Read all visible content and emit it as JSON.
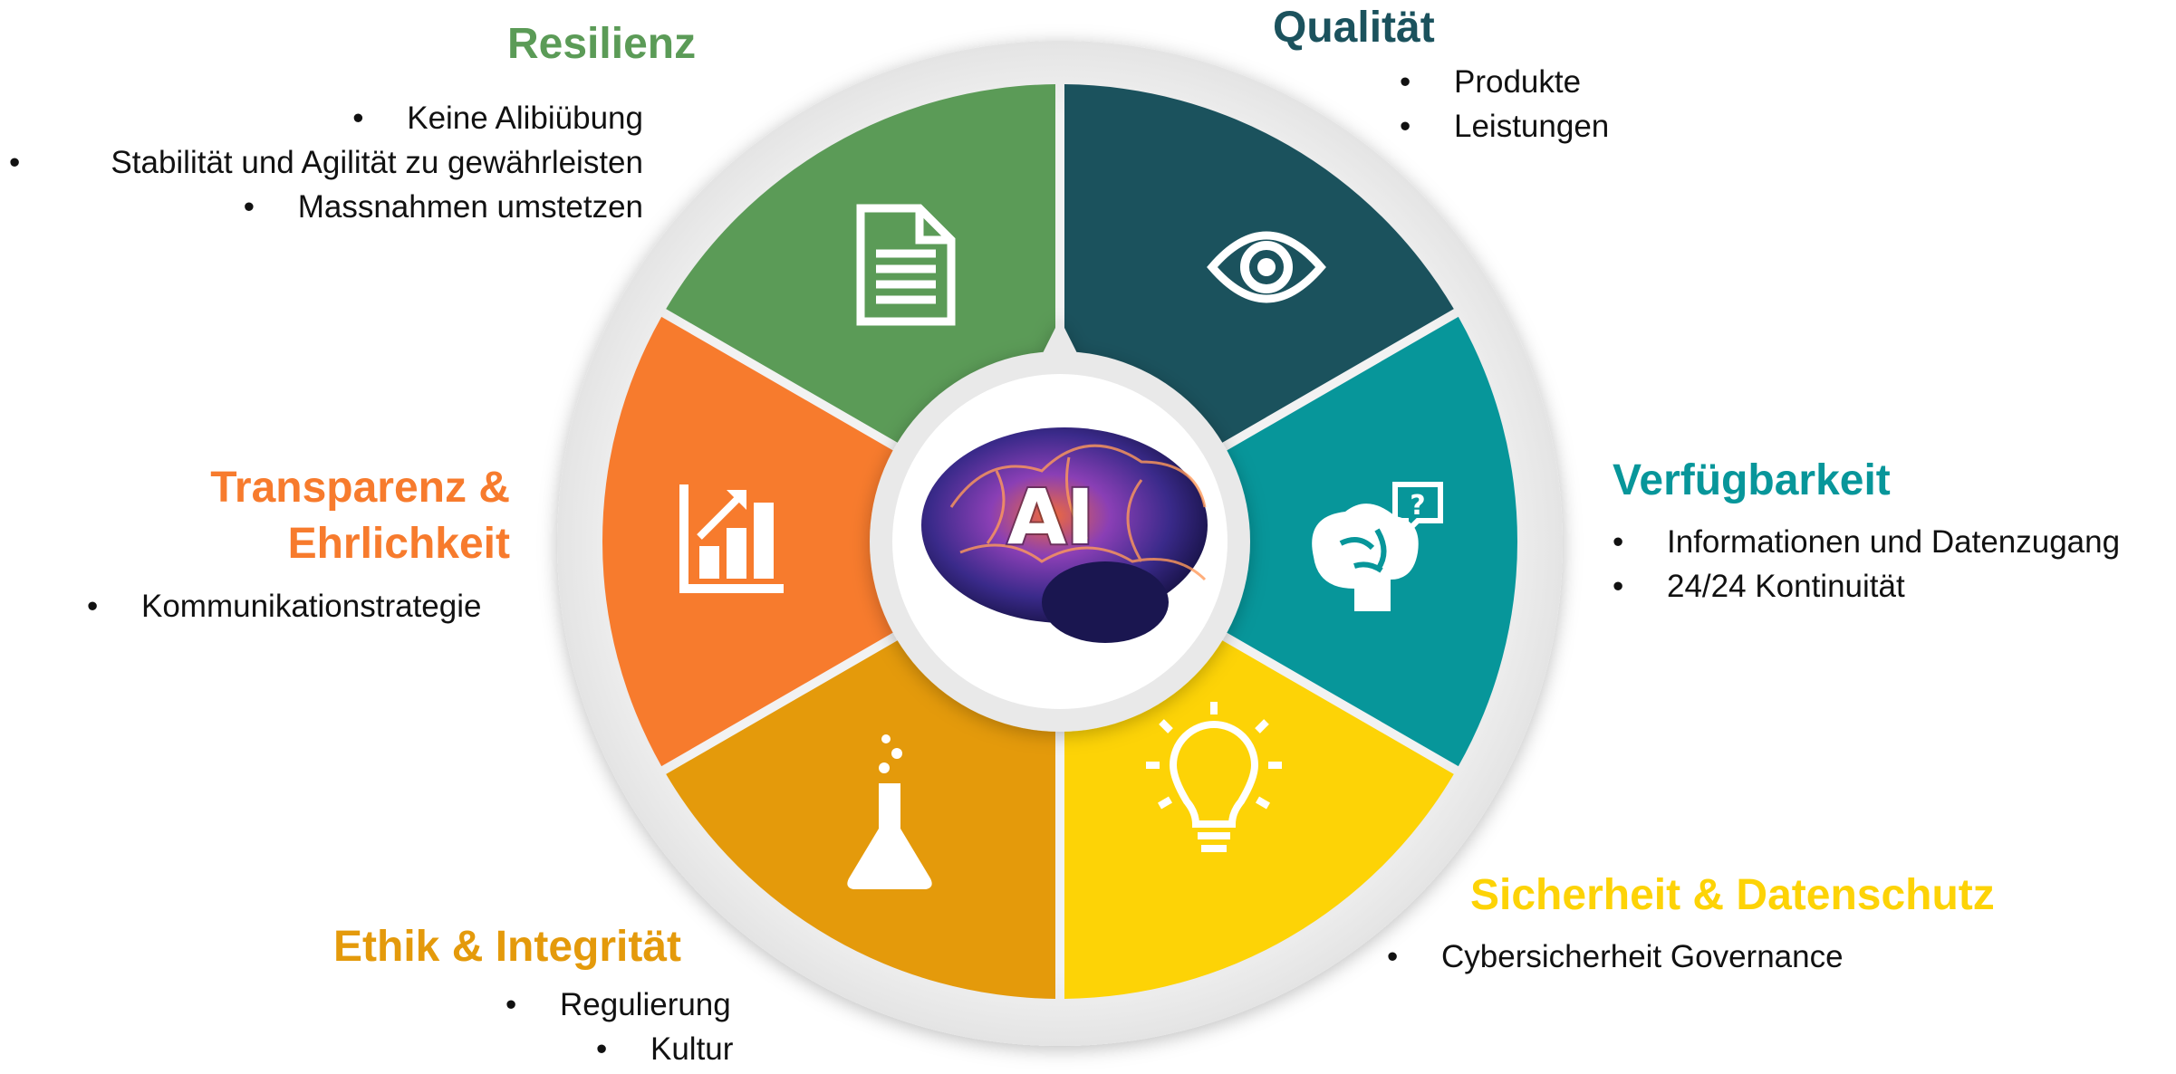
{
  "center": {
    "label": "AI"
  },
  "colors": {
    "resilienz": "#5b9b57",
    "qualitaet": "#1b525d",
    "verfuegbarkeit": "#07969a",
    "sicherheit": "#fdd306",
    "ethik": "#e49a0b",
    "transparenz": "#f77b2d",
    "ring": "#ededed"
  },
  "categories": {
    "resilienz": {
      "title": "Resilienz",
      "icon": "document-icon",
      "bullets": [
        "Keine Alibiübung",
        "Stabilität und Agilität zu gewährleisten",
        "Massnahmen umstetzen"
      ]
    },
    "qualitaet": {
      "title": "Qualität",
      "icon": "eye-icon",
      "bullets": [
        "Produkte",
        "Leistungen"
      ]
    },
    "verfuegbarkeit": {
      "title": "Verfügbarkeit",
      "icon": "brain-question-icon",
      "bullets": [
        "Informationen und Datenzugang",
        "24/24 Kontinuität"
      ]
    },
    "sicherheit": {
      "title": "Sicherheit & Datenschutz",
      "icon": "lightbulb-icon",
      "bullets": [
        "Cybersicherheit Governance"
      ]
    },
    "ethik": {
      "title": "Ethik & Integrität",
      "icon": "flask-icon",
      "bullets": [
        "Regulierung",
        "Kultur"
      ]
    },
    "transparenz": {
      "title_line1": "Transparenz &",
      "title_line2": "Ehrlichkeit",
      "icon": "growth-chart-icon",
      "bullets": [
        "Kommunikationstrategie"
      ]
    }
  }
}
